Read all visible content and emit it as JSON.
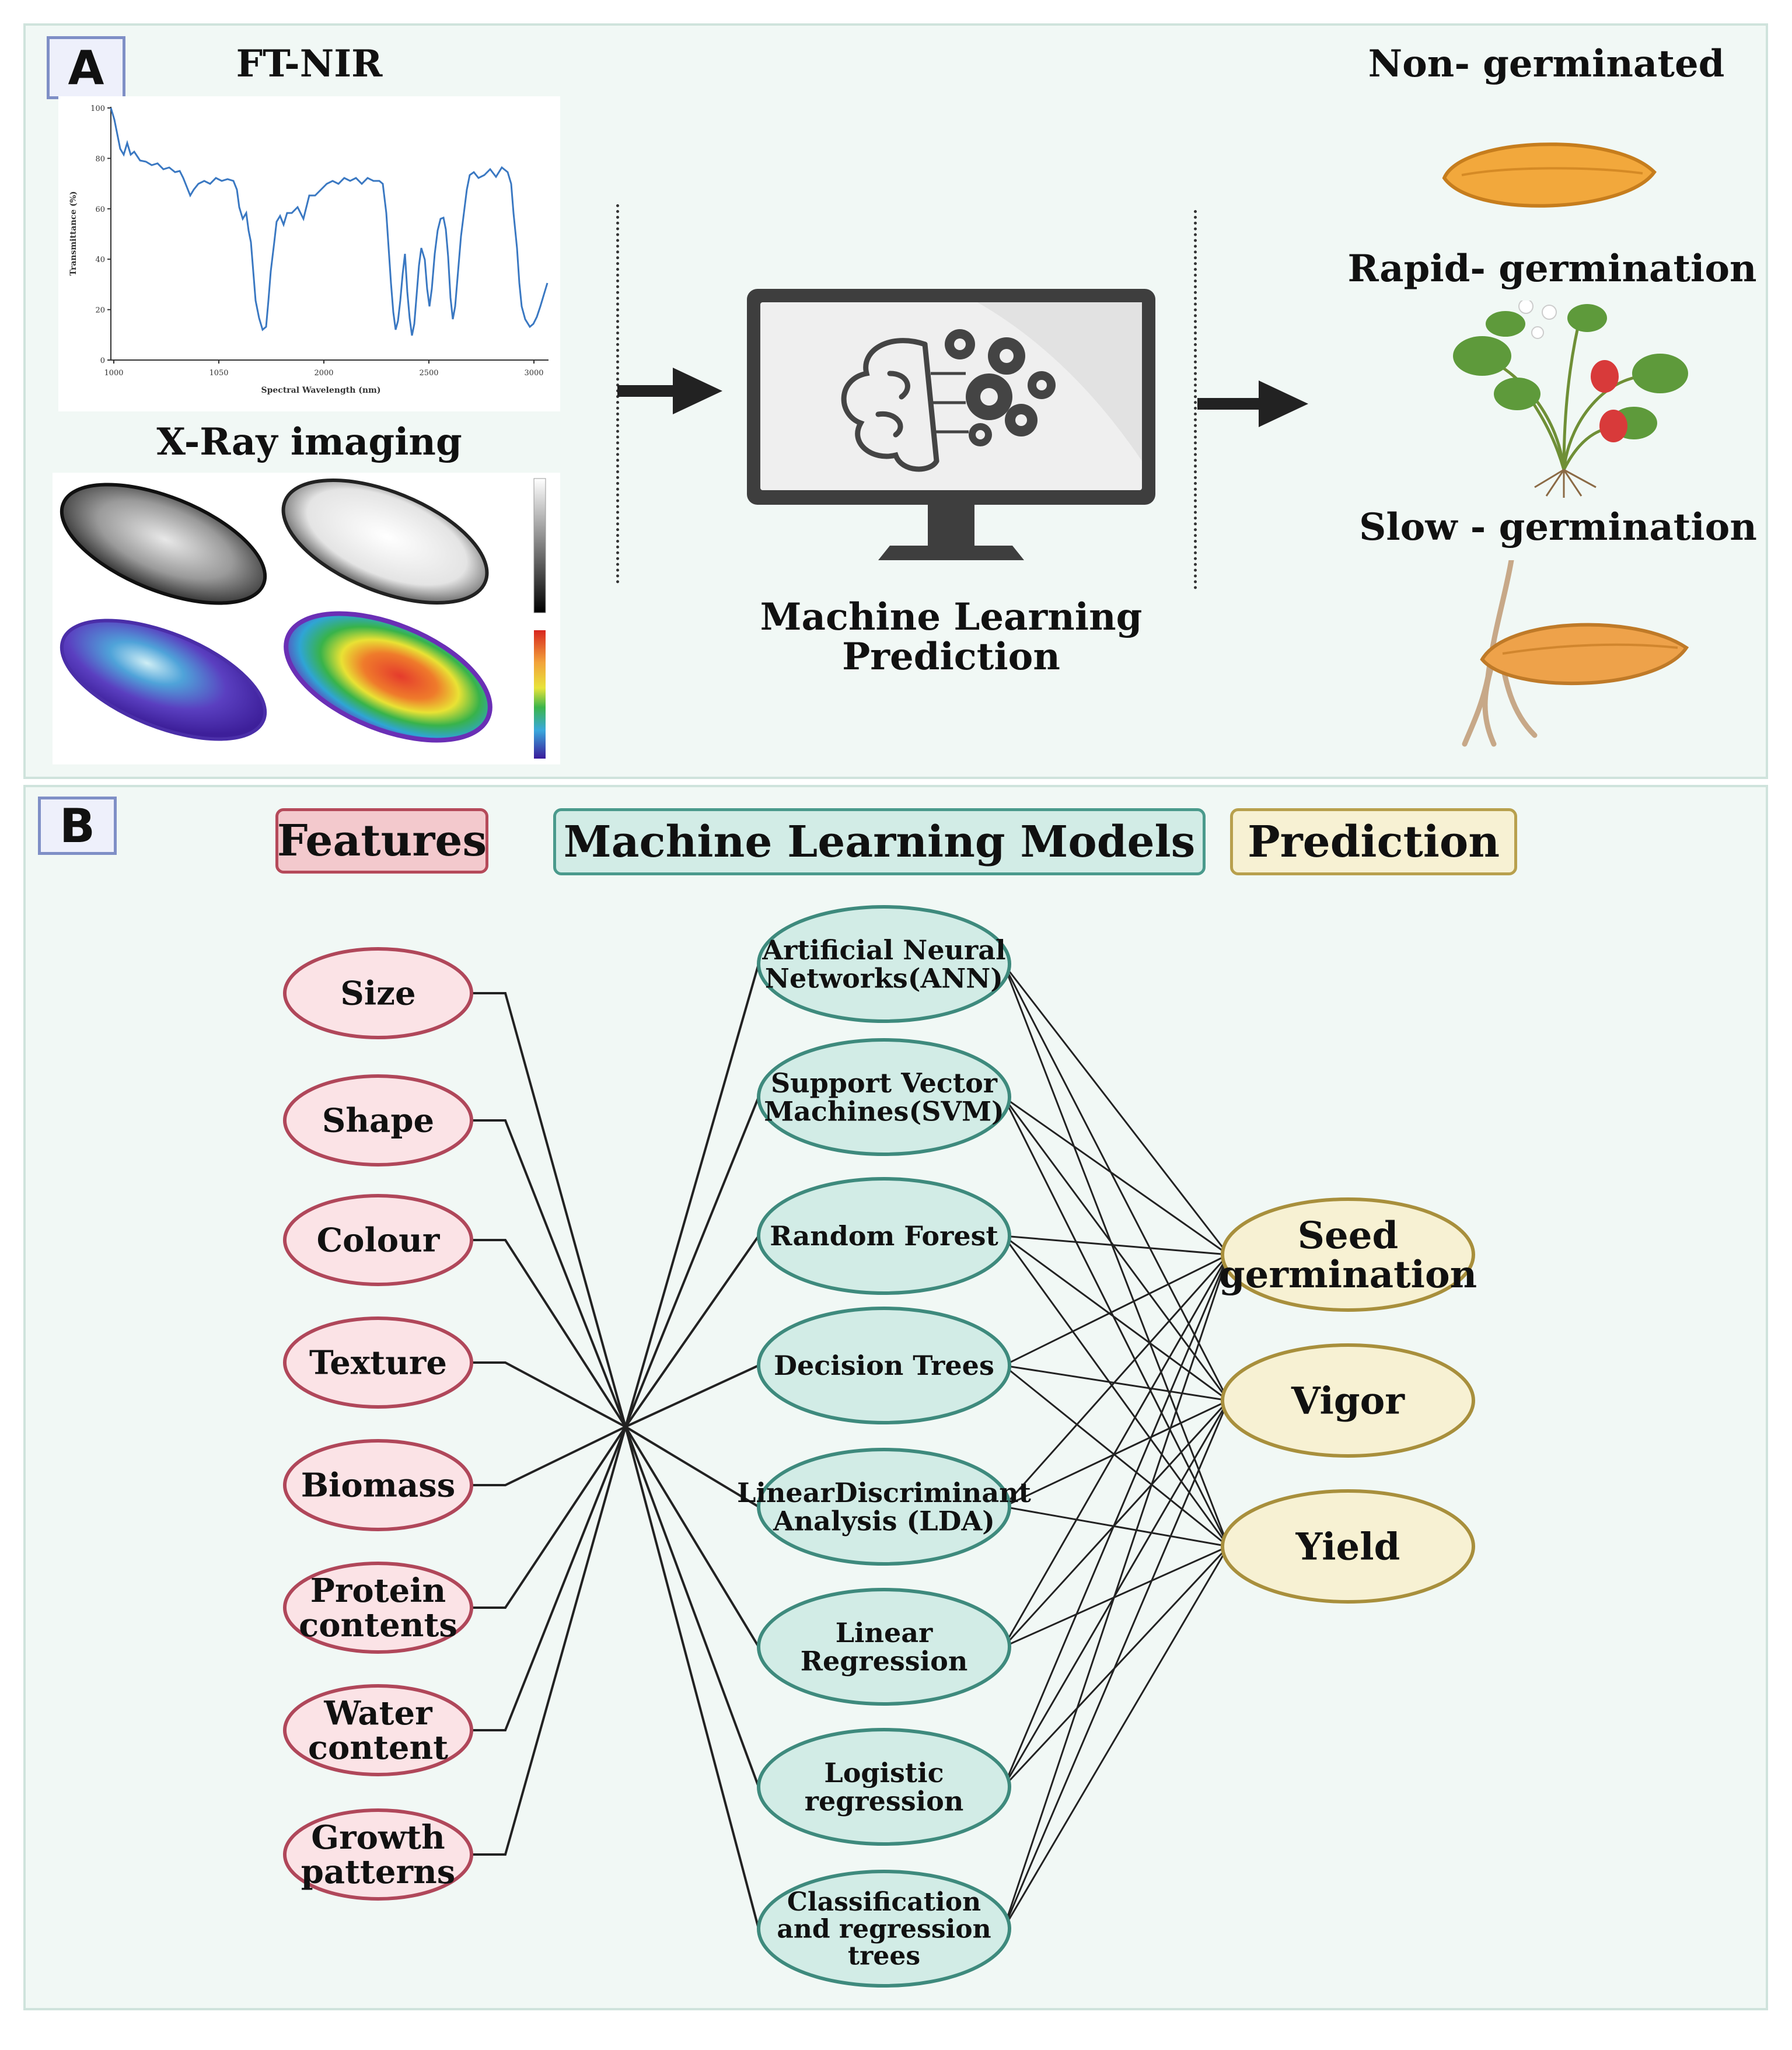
{
  "panel_a": {
    "letter": "A",
    "ftnir_title": "FT-NIR",
    "ftnir_chart": {
      "ylabel": "Transmittance (%)",
      "xlabel": "Spectral Wavelength (nm)",
      "yticks": [
        "0",
        "20",
        "40",
        "60",
        "80",
        "100"
      ],
      "xticks": [
        "1000",
        "1050",
        "2000",
        "2500",
        "3000"
      ],
      "line_color": "#3a78c2"
    },
    "xray_title": "X-Ray imaging",
    "ml_label_line1": "Machine Learning",
    "ml_label_line2": "Prediction",
    "outcomes": [
      "Non- germinated",
      "Rapid- germination",
      "Slow - germination"
    ]
  },
  "panel_b": {
    "letter": "B",
    "header_features": "Features",
    "header_models": "Machine Learning Models",
    "header_prediction": "Prediction",
    "features": [
      [
        "Size"
      ],
      [
        "Shape"
      ],
      [
        "Colour"
      ],
      [
        "Texture"
      ],
      [
        "Biomass"
      ],
      [
        "Protein",
        "contents"
      ],
      [
        "Water",
        "content"
      ],
      [
        "Growth",
        "patterns"
      ]
    ],
    "models": [
      [
        "Artificial Neural",
        "Networks(ANN)"
      ],
      [
        "Support Vector",
        "Machines(SVM)"
      ],
      [
        "Random Forest"
      ],
      [
        "Decision Trees"
      ],
      [
        "LinearDiscriminant",
        "Analysis (LDA)"
      ],
      [
        "Linear",
        "Regression"
      ],
      [
        "Logistic",
        "regression"
      ],
      [
        "Classification",
        "and regression",
        "trees"
      ]
    ],
    "outputs": [
      [
        "Seed",
        "germination"
      ],
      [
        "Vigor"
      ],
      [
        "Yield"
      ]
    ],
    "colors": {
      "feature_fill": "#fbe3e6",
      "feature_stroke": "#b0475a",
      "model_fill": "#d2ece6",
      "model_stroke": "#3e8a7d",
      "output_fill": "#f7f1d3",
      "output_stroke": "#a88f3c"
    }
  }
}
